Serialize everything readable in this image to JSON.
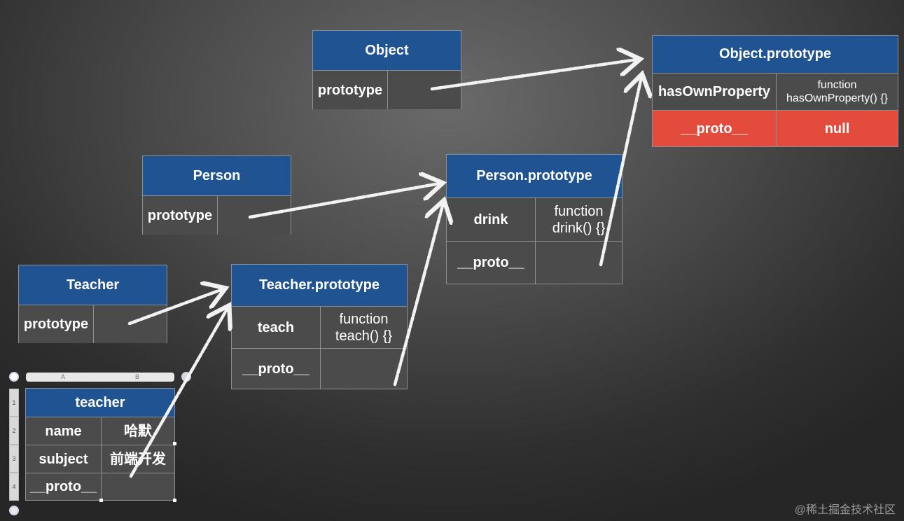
{
  "object_box": {
    "title": "Object",
    "key": "prototype",
    "value": ""
  },
  "object_prototype_box": {
    "title": "Object.prototype",
    "rows": [
      {
        "key": "hasOwnProperty",
        "value": "function hasOwnProperty() {}"
      },
      {
        "key": "__proto__",
        "value": "null"
      }
    ]
  },
  "person_box": {
    "title": "Person",
    "key": "prototype",
    "value": ""
  },
  "person_prototype_box": {
    "title": "Person.prototype",
    "rows": [
      {
        "key": "drink",
        "value": "function drink() {}"
      },
      {
        "key": "__proto__",
        "value": ""
      }
    ]
  },
  "teacher_box": {
    "title": "Teacher",
    "key": "prototype",
    "value": ""
  },
  "teacher_prototype_box": {
    "title": "Teacher.prototype",
    "rows": [
      {
        "key": "teach",
        "value": "function teach() {}"
      },
      {
        "key": "__proto__",
        "value": ""
      }
    ]
  },
  "teacher_instance_box": {
    "title": "teacher",
    "rows": [
      {
        "key": "name",
        "value": "哈默"
      },
      {
        "key": "subject",
        "value": "前端开发"
      },
      {
        "key": "__proto__",
        "value": ""
      }
    ]
  },
  "sheet": {
    "columns": [
      "A",
      "B"
    ],
    "row_numbers": [
      "1",
      "2",
      "3",
      "4"
    ]
  },
  "watermark": "@稀土掘金技术社区",
  "colors": {
    "header": "#1f5392",
    "cell": "#4b4b4b",
    "null_row": "#e34b3c",
    "border": "#8a8f96"
  }
}
